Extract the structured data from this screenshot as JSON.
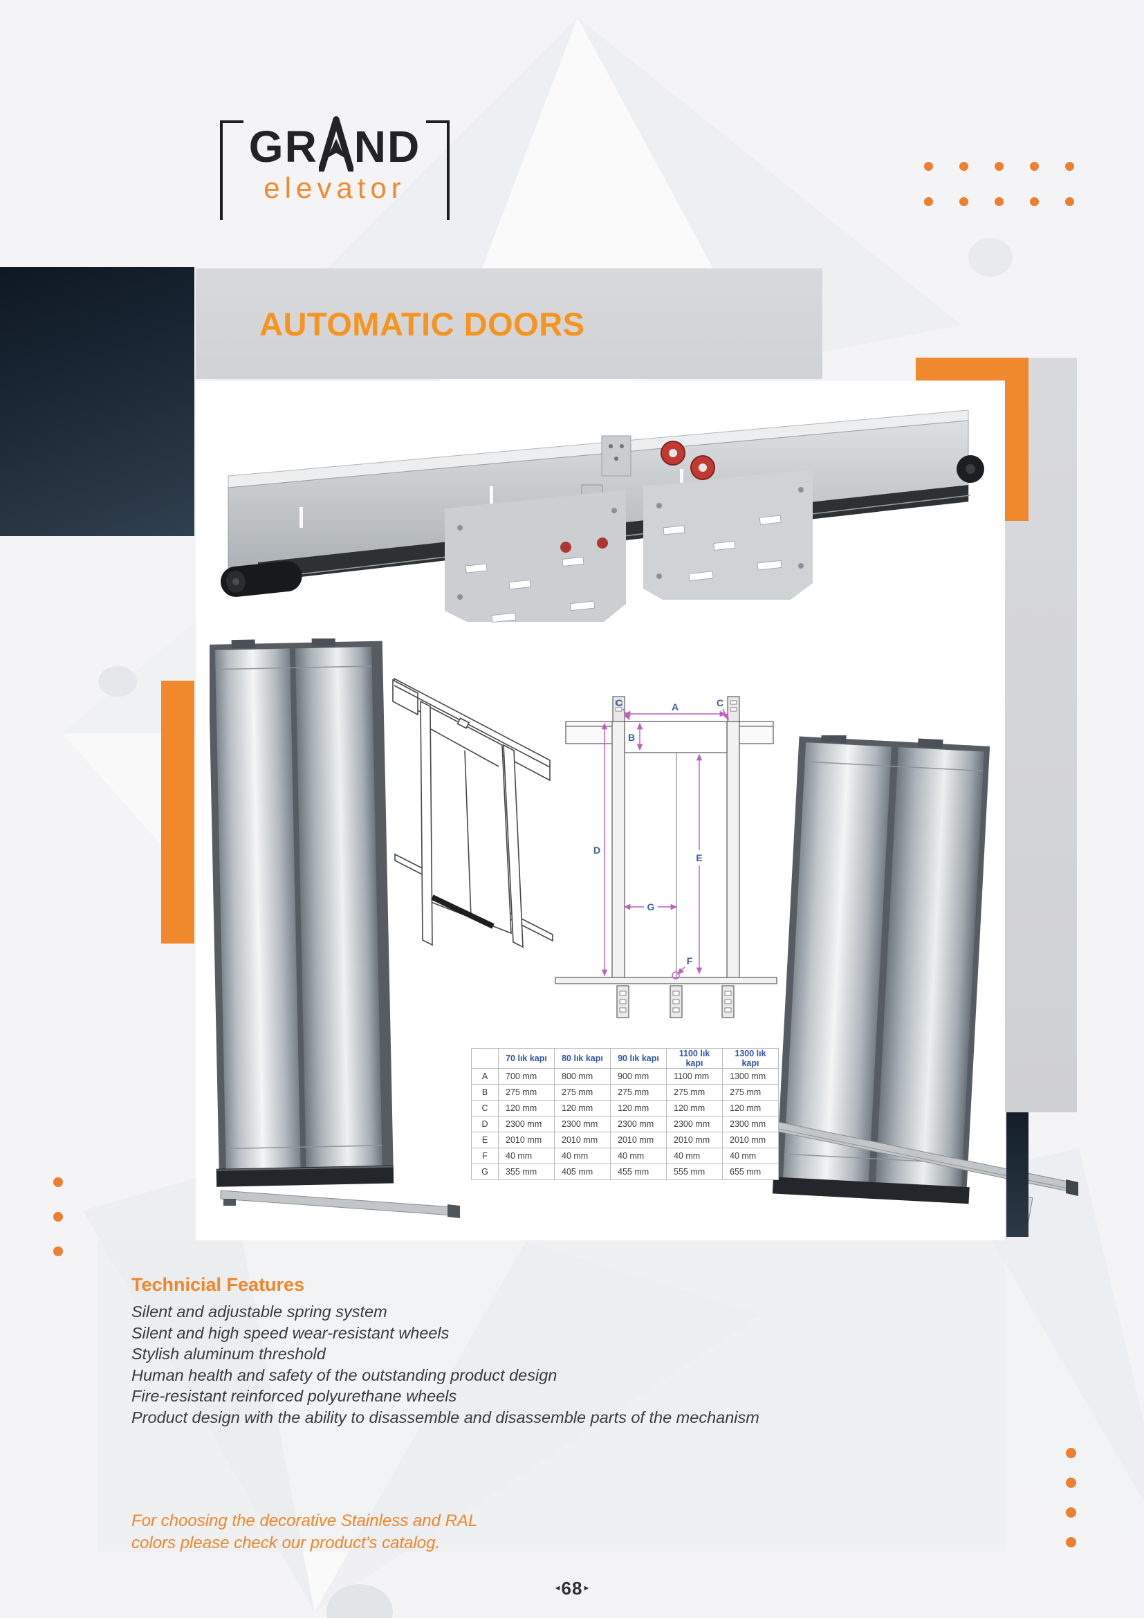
{
  "page": {
    "title": "AUTOMATIC DOORS",
    "footer": {
      "prev": "◄",
      "page_number": "68",
      "next": "►"
    }
  },
  "logo": {
    "gr": "GR",
    "nd": "ND",
    "sub": "elevator"
  },
  "colors": {
    "accent_orange": "#F0882E",
    "title_orange": "#F6941E",
    "navy": "#1b2836",
    "table_header_blue": "#2F55A4",
    "dimension_line_magenta": "#BF5FBF",
    "dimension_label_blue": "#3A5CA8",
    "body_text": "#3b3b3b"
  },
  "features": {
    "heading": "Technicial Features",
    "items": [
      "Silent and adjustable spring system",
      "Silent and high speed wear-resistant wheels",
      "Stylish aluminum threshold",
      "Human health and safety of the outstanding product design",
      "Fire-resistant reinforced polyurethane wheels",
      "Product design with the ability to disassemble and disassemble parts of the mechanism"
    ]
  },
  "note": {
    "line1": "For choosing the decorative Stainless and RAL",
    "line2": "colors please check our product's catalog."
  },
  "diagram_labels": {
    "a": "A",
    "b": "B",
    "c_left": "C",
    "c_right": "C",
    "d": "D",
    "e": "E",
    "f": "F",
    "g": "G"
  },
  "table": {
    "columns": [
      "",
      "70 lık kapı",
      "80 lık kapı",
      "90 lık kapı",
      "1100 lık kapı",
      "1300 lık kapı"
    ],
    "rows": [
      {
        "label": "A",
        "values": [
          "700 mm",
          "800 mm",
          "900 mm",
          "1100 mm",
          "1300 mm"
        ]
      },
      {
        "label": "B",
        "values": [
          "275 mm",
          "275 mm",
          "275 mm",
          "275 mm",
          "275 mm"
        ]
      },
      {
        "label": "C",
        "values": [
          "120 mm",
          "120 mm",
          "120 mm",
          "120 mm",
          "120 mm"
        ]
      },
      {
        "label": "D",
        "values": [
          "2300 mm",
          "2300 mm",
          "2300 mm",
          "2300 mm",
          "2300 mm"
        ]
      },
      {
        "label": "E",
        "values": [
          "2010 mm",
          "2010 mm",
          "2010 mm",
          "2010 mm",
          "2010 mm"
        ]
      },
      {
        "label": "F",
        "values": [
          "40 mm",
          "40 mm",
          "40 mm",
          "40 mm",
          "40 mm"
        ]
      },
      {
        "label": "G",
        "values": [
          "355 mm",
          "405 mm",
          "455 mm",
          "555 mm",
          "655 mm"
        ]
      }
    ]
  }
}
